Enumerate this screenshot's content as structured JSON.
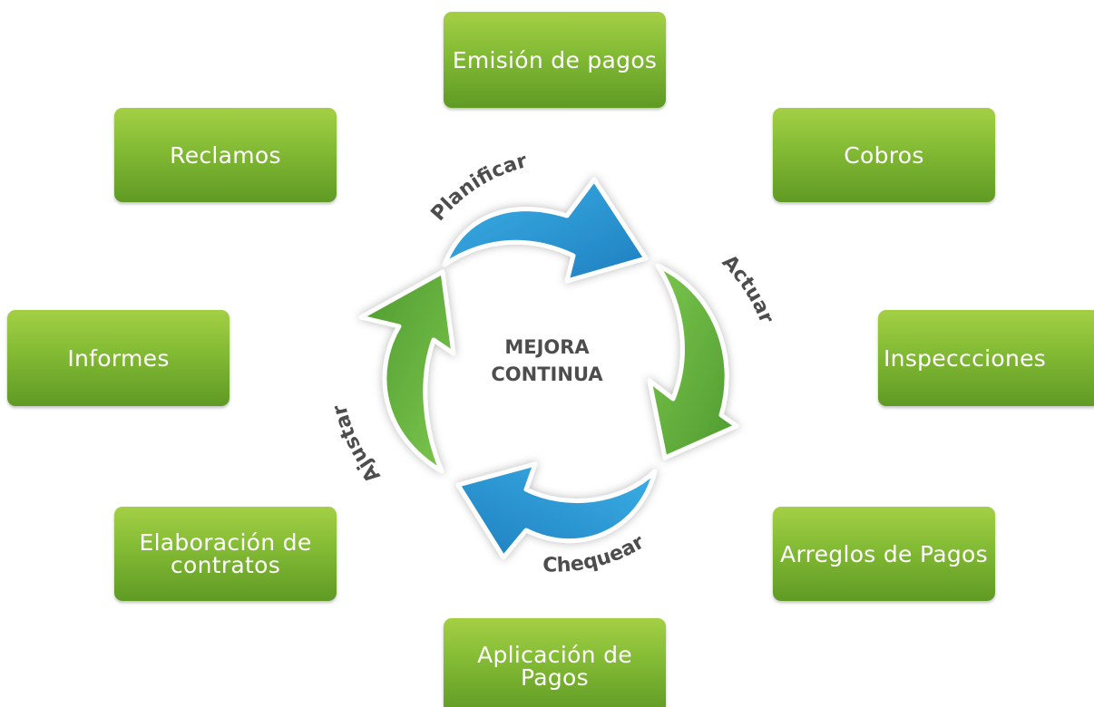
{
  "center": {
    "line1": "MEJORA",
    "line2": "CONTINUA"
  },
  "cycle_labels": {
    "planificar": "Planificar",
    "actuar": "Actuar",
    "chequear": "Chequear",
    "ajustar": "Ajustar"
  },
  "boxes": {
    "emision": "Emisión de pagos",
    "reclamos": "Reclamos",
    "cobros": "Cobros",
    "informes": "Informes",
    "inspecciones": "Inspeccciones",
    "elaboracion": "Elaboración de contratos",
    "arreglos": "Arreglos de Pagos",
    "aplicacion": "Aplicación de Pagos"
  },
  "colors": {
    "box_green": "#86bd36",
    "arrow_blue": "#2f9fd6",
    "arrow_green": "#6cb944",
    "label_gray": "#4d4d4d"
  }
}
